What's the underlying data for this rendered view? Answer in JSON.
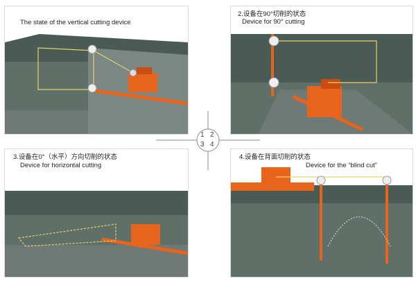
{
  "panels": [
    {
      "title_line1": "The state of the vertical cutting device"
    },
    {
      "title_line1": "2.设备在90°切削的状态",
      "title_line2": "Device for 90° cutting"
    },
    {
      "title_line1": "3.设备在0°（水平）方向切削的状态",
      "title_line2": "Device for horizontal cutting"
    },
    {
      "title_line1": "4.设备在背面切削的状态",
      "title_line2": "Device for the “blind cut”"
    }
  ],
  "center_numbers": [
    "1",
    "2",
    "3",
    "4"
  ],
  "colors": {
    "stone_top": "#4a5a55",
    "stone_face": "#5f7069",
    "ground": "#6f7a76",
    "machine": "#e8631c",
    "wire": "#e6d36a"
  }
}
